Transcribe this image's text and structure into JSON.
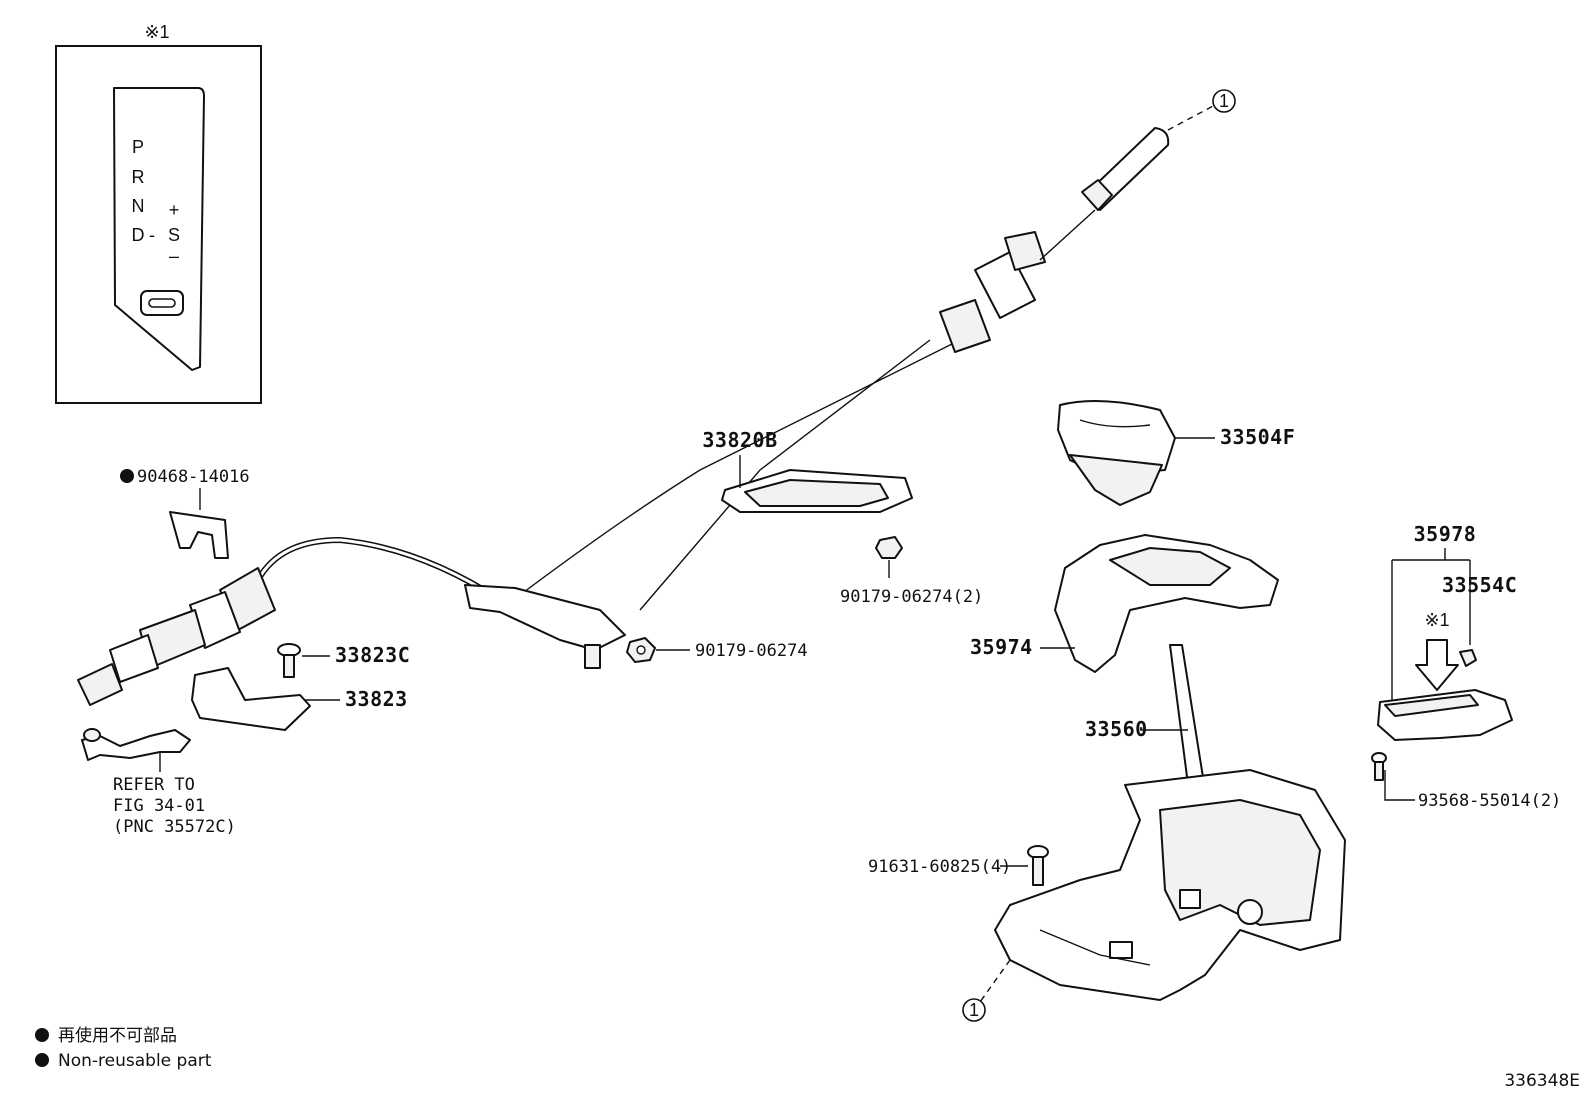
{
  "figure": {
    "figure_number": "336348E",
    "inset": {
      "marker": "※1",
      "gate_letters": [
        "P",
        "R",
        "N",
        "D"
      ],
      "gate_side": {
        "minus_label": "-",
        "s_label": "S",
        "plus_label": "+",
        "minus2_label": "–"
      }
    },
    "parts": {
      "p_33820B": "33820B",
      "p_90468": "90468-14016",
      "p_33823C": "33823C",
      "p_33823": "33823",
      "p_90179_a": "90179-06274(2)",
      "p_90179_b": "90179-06274",
      "p_33504F": "33504F",
      "p_35974": "35974",
      "p_35978": "35978",
      "p_33554C": "33554C",
      "p_33560": "33560",
      "p_93568": "93568-55014(2)",
      "p_91631": "91631-60825(4)"
    },
    "refer": {
      "line1": "REFER TO",
      "line2": "FIG 34-01",
      "line3": "(PNC 35572C)"
    },
    "marker_ref": "※1",
    "connector_label": "1",
    "legend": {
      "jp": "再使用不可部品",
      "en": "Non-reusable part"
    }
  }
}
